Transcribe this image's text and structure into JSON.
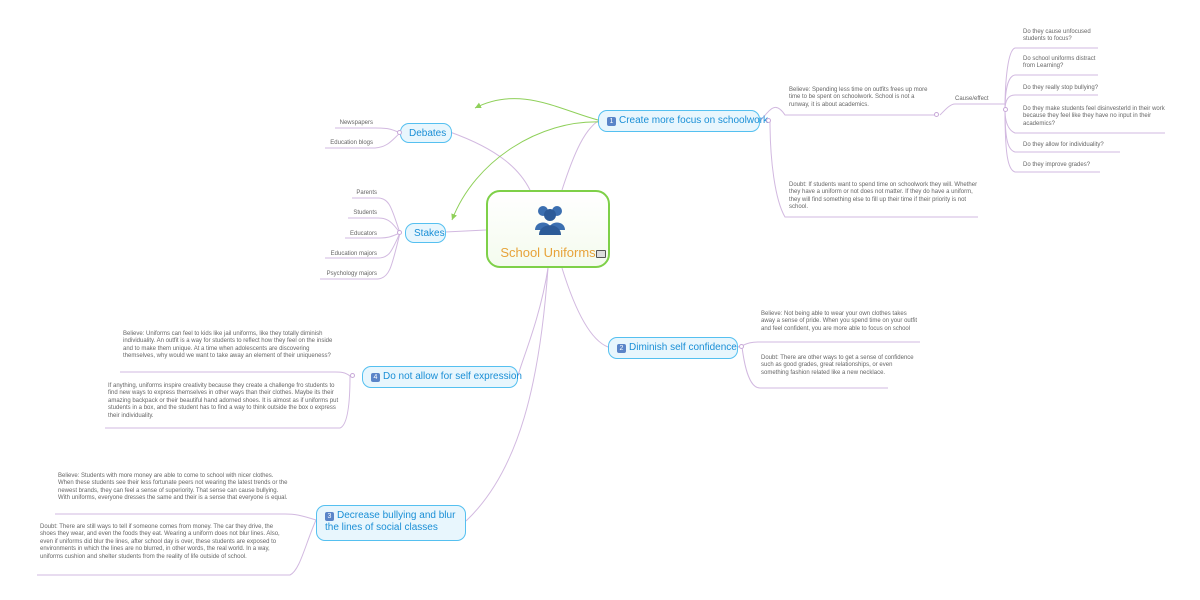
{
  "central": {
    "label": "School Uniforms",
    "icon": "people-group-icon"
  },
  "debates": {
    "label": "Debates",
    "children": [
      "Newspapers",
      "Education blogs"
    ]
  },
  "stakes": {
    "label": "Stakes",
    "children": [
      "Parents",
      "Students",
      "Educators",
      "Education majors",
      "Psychology majors"
    ]
  },
  "focus": {
    "number": "1",
    "label": "Create more focus on schoolwork",
    "believe": "Believe: Spending less time on outfits frees up more time to be spent on schoolwork. School is not a runway, it is about academics.",
    "doubt": "Doubt: If students want to spend time on schoolwork they will. Whether they have a uniform or not does not matter. If they do have a uniform, they will find something else to fill up their time if their priority is not school.",
    "cause_effect": "Cause/effect",
    "questions": [
      "Do they cause unfocused students to focus?",
      "Do school uniforms distract from Learning?",
      "Do they really stop bullying?",
      "Do they make students feel disinvesterld in their work because they feel like they have no input in their academics?",
      "Do they allow for individuality?",
      "Do they improve grades?"
    ]
  },
  "confidence": {
    "number": "2",
    "label": "Diminish self confidence",
    "believe": "Believe: Not being able to wear your own clothes takes away a sense of pride. When you spend time on your outfit and feel confident, you are more able to focus on school",
    "doubt": "Doubt: There are other ways to get a sense of confidence such as good grades, great relationships, or even something fashion related like a new necklace."
  },
  "expression": {
    "number": "4",
    "label": "Do not allow for self expression",
    "believe": "Believe: Uniforms can feel to kids like jail uniforms, like they totally diminish individuality.   An outfit is a way for students to reflect how they feel on the inside and to make them unique. At a time when adolescents are discovering themselves, why would we want to take away an element of their uniqueness?",
    "doubt": "If anything, uniforms inspire creativity because they create a challenge fro students to find new ways to express themselves in other ways than their clothes. Maybe its their amazing backpack or their beautiful hand adorned shoes. It is almost as if uniforms put students in a box, and the student has to find a way to think outside the box o express their individuality."
  },
  "bullying": {
    "number": "3",
    "label": "Decrease bullying and blur the lines of social classes",
    "believe": "Believe: Students with more money are able to come to school with nicer clothes. When these students see their less fortunate peers not wearing the latest trends or the newest brands, they can feel a sense of superiority. That sense can cause bullying. With uniforms, everyone dresses the same and their is a sense that everyone is equal.",
    "doubt": "Doubt: There are still ways to tell if someone comes from money. The car they drive, the shoes they wear, and even the foods they eat. Wearing a uniform does not blur lines. Also, even if uniforms did blur the lines, after school day is over, these students are exposed to environments in which the lines are no blurred, in other words, the real world. In a way, uniforms cushion and shelter students from the reality of life outside of school."
  },
  "colors": {
    "central_border": "#7ed048",
    "central_text": "#e7a33a",
    "topic_border": "#55c0f0",
    "topic_text": "#1a8fd6",
    "branch_line": "#d2b9e0",
    "relation_arrow": "#8fd05a"
  }
}
